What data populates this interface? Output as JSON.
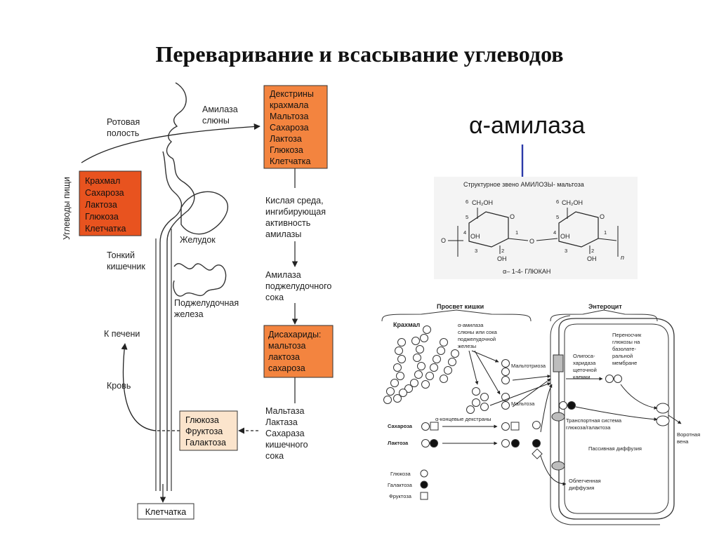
{
  "title": "Переваривание и всасывание углеводов",
  "left_diagram": {
    "labels": {
      "oral_cavity_1": "Ротовая",
      "oral_cavity_2": "полость",
      "food_carbs": "Углеводы пищи",
      "salivary_amylase_1": "Амилаза",
      "salivary_amylase_2": "слюны",
      "stomach": "Желудок",
      "small_intestine_1": "Тонкий",
      "small_intestine_2": "кишечник",
      "pancreas_1": "Поджелудочная",
      "pancreas_2": "железа",
      "to_liver": "К печени",
      "blood": "Кровь",
      "acid_1": "Кислая среда,",
      "acid_2": "ингибирующая",
      "acid_3": "активность",
      "acid_4": "амилазы",
      "pancreatic_1": "Амилаза",
      "pancreatic_2": "поджелудочного",
      "pancreatic_3": "сока",
      "enzymes_1": "Мальтаза",
      "enzymes_2": "Лактаза",
      "enzymes_3": "Сахараза",
      "enzymes_4": "кишечного",
      "enzymes_5": "сока"
    },
    "food_box": [
      "Крахмал",
      "Сахароза",
      "Лактоза",
      "Глюкоза",
      "Клетчатка"
    ],
    "dextrin_box": [
      "Декстрины",
      "крахмала",
      "Мальтоза",
      "Сахароза",
      "Лактоза",
      "Глюкоза",
      "Клетчатка"
    ],
    "disaccharide_box": [
      "Дисахариды:",
      "мальтоза",
      "лактоза",
      "сахароза"
    ],
    "mono_box": [
      "Глюкоза",
      "Фруктоза",
      "Галактоза"
    ],
    "fiber_box": "Клетчатка",
    "colors": {
      "dark_orange": "#e8531f",
      "orange": "#f3843f",
      "light": "#fbe4cc"
    }
  },
  "amylase": {
    "heading": "α-амилаза",
    "struct_title": "Структурное звено АМИЛОЗЫ- мальтоза",
    "ch2oh": "CH₂OH",
    "oh": "OH",
    "o": "O",
    "n": "n",
    "glucan": "α– 1-4- ГЛЮКАН",
    "nums": [
      "6",
      "5",
      "4",
      "3",
      "2",
      "1"
    ],
    "arrow_color": "#2b3aa8"
  },
  "absorption": {
    "lumen": "Просвет кишки",
    "enterocyte": "Энтероцит",
    "starch": "Крахмал",
    "amylase_1": "α-амилаза",
    "amylase_2": "слюны или сока",
    "amylase_3": "поджелудочной",
    "amylase_4": "железы",
    "maltotriose": "Мальтотриоза",
    "maltose": "Мальтоза",
    "dextrins": "α-концевые декстраны",
    "sucrose": "Сахароза",
    "lactose": "Лактоза",
    "oligo_1": "Олигоса-",
    "oligo_2": "харидаза",
    "oligo_3": "щеточной",
    "oligo_4": "каемки",
    "carrier_1": "Переносчик",
    "carrier_2": "глюкозы на",
    "carrier_3": "базолате-",
    "carrier_4": "ральной",
    "carrier_5": "мембране",
    "transport_1": "Транспортная система",
    "transport_2": "глюкоза/галактоза",
    "passive": "Пассивная диффузия",
    "facilitated_1": "Облегченная",
    "facilitated_2": "диффузия",
    "portal_1": "Воротная",
    "portal_2": "вена",
    "legend": [
      "Глюкоза",
      "Галактоза",
      "Фруктоза"
    ]
  }
}
